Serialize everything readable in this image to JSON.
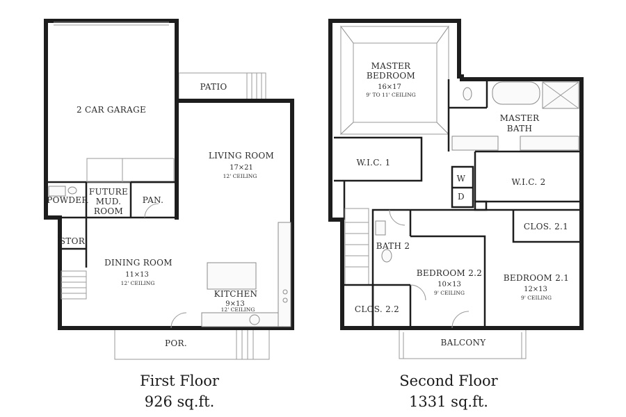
{
  "floors": [
    {
      "caption": "First Floor",
      "area": "926 sq.ft.",
      "rooms": {
        "garage": {
          "name": "2 CAR GARAGE"
        },
        "patio": {
          "name": "PATIO"
        },
        "living": {
          "name": "LIVING ROOM",
          "size": "17×21",
          "ceiling": "12' CEILING"
        },
        "powder": {
          "name": "POWDER"
        },
        "mud_line1": "FUTURE",
        "mud_line2": "MUD.",
        "mud_line3": "ROOM",
        "pantry": {
          "name": "PAN."
        },
        "storage": {
          "name": "STOR."
        },
        "dining": {
          "name": "DINING ROOM",
          "size": "11×13",
          "ceiling": "12' CEILING"
        },
        "kitchen": {
          "name": "KITCHEN",
          "size": "9×13",
          "ceiling": "12' CEILING"
        },
        "porch": {
          "name": "POR."
        }
      }
    },
    {
      "caption": "Second Floor",
      "area": "1331 sq.ft.",
      "rooms": {
        "master_bed_line1": "MASTER",
        "master_bed_line2": "BEDROOM",
        "master_bed_size": "16×17",
        "master_bed_ceiling": "9' TO 11' CEILING",
        "master_bath_line1": "MASTER",
        "master_bath_line2": "BATH",
        "wic1": {
          "name": "W.I.C. 1"
        },
        "wic2": {
          "name": "W.I.C. 2"
        },
        "washer": "W",
        "dryer": "D",
        "clos21": {
          "name": "CLOS. 2.1"
        },
        "bath2": {
          "name": "BATH 2"
        },
        "bed22": {
          "name": "BEDROOM 2.2",
          "size": "10×13",
          "ceiling": "9' CEILING"
        },
        "bed21": {
          "name": "BEDROOM 2.1",
          "size": "12×13",
          "ceiling": "9' CEILING"
        },
        "clos22": {
          "name": "CLOS. 2.2"
        },
        "balcony": {
          "name": "BALCONY"
        }
      }
    }
  ]
}
